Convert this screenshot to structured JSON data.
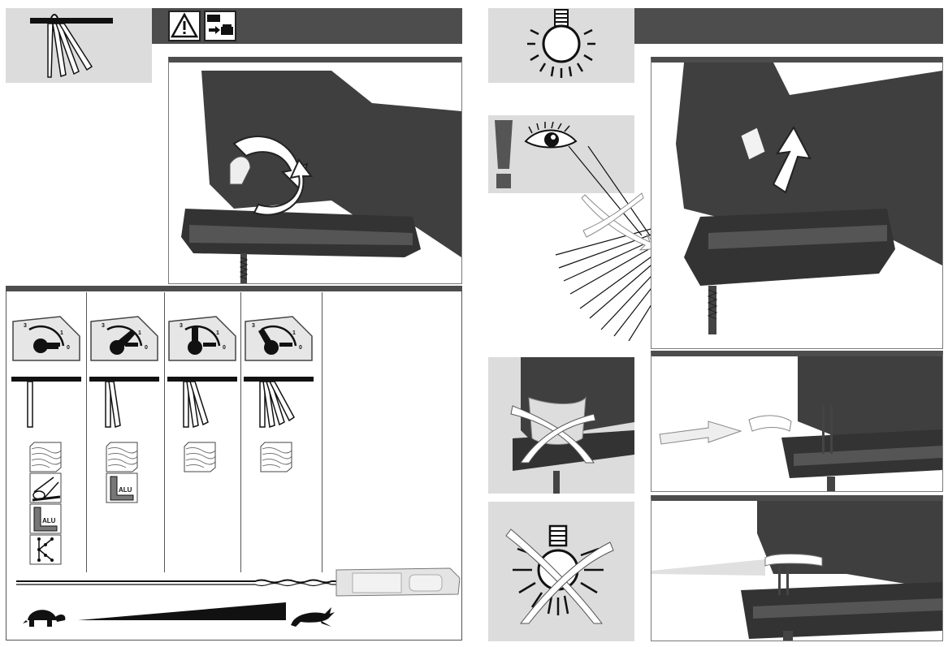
{
  "page": {
    "background": "#ffffff"
  },
  "colors": {
    "panel_grey": "#dcdcdc",
    "bar_dark": "#4d4d4d",
    "tool_body": "#3f3f3f",
    "frame_border": "#7a7a7a"
  },
  "icons": {
    "header_left": [
      "pendulum-blade-icon"
    ],
    "header_warning": [
      "warning-triangle-icon",
      "manual-read-icon"
    ],
    "light": [
      "light-bulb-icon"
    ],
    "attention": [
      "exclamation-icon",
      "eye-icon"
    ],
    "speed": [
      "tortoise-icon",
      "hare-icon"
    ]
  },
  "orbital_settings": [
    {
      "dial_labels": [
        "3",
        "1",
        "0"
      ],
      "setting": "0",
      "blade_positions": 1,
      "materials": [
        "wood-icon",
        "pipe-icon",
        "alu-profile-icon",
        "plastic-k-icon"
      ],
      "alu_label": "ALU"
    },
    {
      "dial_labels": [
        "3",
        "1",
        "0"
      ],
      "setting": "1",
      "blade_positions": 2,
      "materials": [
        "wood-icon",
        "alu-profile-icon"
      ],
      "alu_label": "ALU"
    },
    {
      "dial_labels": [
        "3",
        "1",
        "0"
      ],
      "setting": "2",
      "blade_positions": 3,
      "materials": [
        "wood-icon"
      ]
    },
    {
      "dial_labels": [
        "3",
        "1",
        "0"
      ],
      "setting": "3",
      "blade_positions": 4,
      "materials": [
        "wood-icon"
      ]
    }
  ]
}
